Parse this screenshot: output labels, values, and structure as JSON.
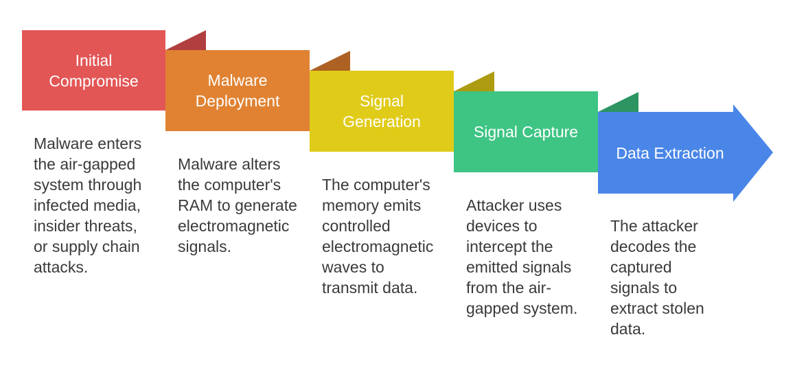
{
  "steps": [
    {
      "title": "Initial\nCompromise",
      "description": "Malware enters\nthe air-gapped\nsystem through\ninfected media,\ninsider threats,\nor supply chain\nattacks.",
      "color": "#e35656",
      "fold_color": "#b13f3f"
    },
    {
      "title": "Malware\nDeployment",
      "description": "Malware alters\nthe computer's\nRAM to generate\nelectromagnetic\nsignals.",
      "color": "#e08232",
      "fold_color": "#ad6224"
    },
    {
      "title": "Signal\nGeneration",
      "description": "The computer's\nmemory emits\ncontrolled\nelectromagnetic\nwaves to\ntransmit data.",
      "color": "#e0cb19",
      "fold_color": "#ad9c12"
    },
    {
      "title": "Signal Capture",
      "description": "Attacker uses\ndevices to\nintercept the\nemitted signals\nfrom the air-\ngapped system.",
      "color": "#3ec483",
      "fold_color": "#2c9562"
    },
    {
      "title": "Data Extraction",
      "description": "The attacker\ndecodes the\ncaptured\nsignals to\nextract stolen\ndata.",
      "color": "#4a86e8",
      "fold_color": "#3767b4"
    }
  ]
}
